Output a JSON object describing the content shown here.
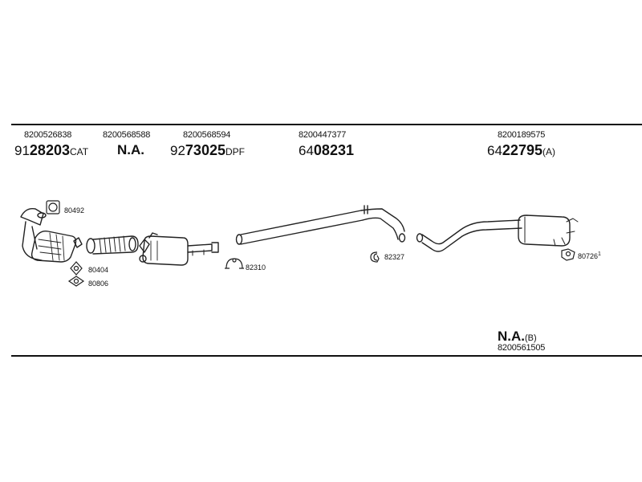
{
  "parts": [
    {
      "oe": "8200526838",
      "prefix": "91",
      "main": "28203",
      "suffix": "CAT"
    },
    {
      "oe": "8200568588",
      "na": "N.A."
    },
    {
      "oe": "8200568594",
      "prefix": "92",
      "main": "73025",
      "suffix": "DPF"
    },
    {
      "oe": "8200447377",
      "prefix": "64",
      "main": "08231",
      "suffix": ""
    },
    {
      "oe": "8200189575",
      "prefix": "64",
      "main": "22795",
      "suffix": "(A)"
    }
  ],
  "bottom": {
    "na": "N.A.",
    "suffix": "(B)",
    "oe": "8200561505"
  },
  "fittings": [
    {
      "code": "80492",
      "icon": "gasket-ring-icon"
    },
    {
      "code": "80404",
      "icon": "diamond-gasket-icon"
    },
    {
      "code": "80806",
      "icon": "flange-gasket-icon"
    },
    {
      "code": "82310",
      "icon": "pipe-clamp-icon"
    },
    {
      "code": "82327",
      "icon": "clamp-ring-icon"
    },
    {
      "code": "80726",
      "icon": "rubber-mount-icon",
      "superscript": "1"
    }
  ]
}
